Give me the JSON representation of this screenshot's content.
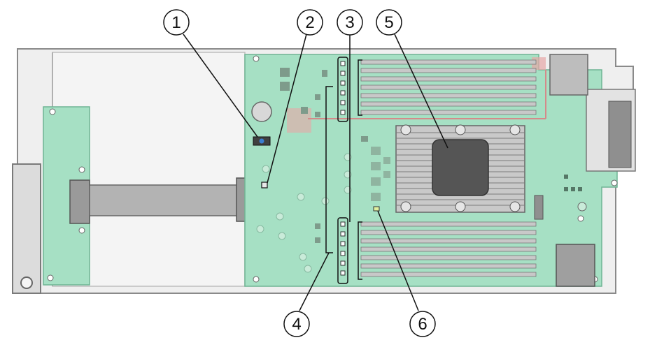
{
  "callouts": [
    {
      "id": "1",
      "label": "1"
    },
    {
      "id": "2",
      "label": "2"
    },
    {
      "id": "3",
      "label": "3"
    },
    {
      "id": "4",
      "label": "4"
    },
    {
      "id": "5",
      "label": "5"
    },
    {
      "id": "6",
      "label": "6"
    }
  ],
  "colors": {
    "board": "#a6e0c4",
    "board_dark": "#7fc8a6",
    "chassis": "#e9e9e9",
    "chassis_edge": "#8a8a8a",
    "heatsink": "#b8b8b8",
    "cpu": "#555555",
    "dimm_slot": "#c8c8c8",
    "highlight": "#d48a8a",
    "callout_stroke": "#111111"
  }
}
